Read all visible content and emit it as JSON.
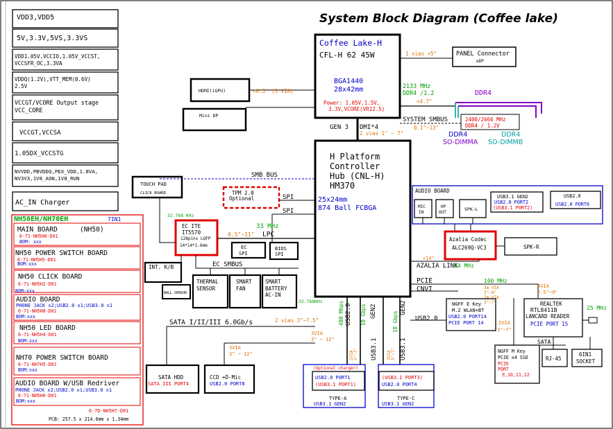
{
  "title": "System Block Diagram (Coffee lake)",
  "power_rails": [
    "VDD3,VDD5",
    "5V,3.3V,5VS,3.3VS",
    "VDD1.05V,VCCIO,1.05V_VCCST,",
    "VCCSFR_OC,3.3VA",
    "VDDQ(1.2V),VTT_MEM(0.6V)",
    "2.5V",
    "VCCGT/VCORE Output stage",
    "VCC_CORE",
    "VCCGT,VCCSA",
    "1.05DX_VCCSTG",
    "NVVDD,PBVDDQ,PEX_VDD,1.8VA,",
    "NV3V3,1V8_AON,1V8_RUN",
    "AC_IN Charger"
  ],
  "board_list": {
    "heading": "NH50EH/NH70EH",
    "tag": "7IN1",
    "boards": [
      {
        "name": "MAIN BOARD",
        "variant": "(NH50)",
        "pn": "6-71-NH5H0-D01",
        "bom": "BOM: xxx"
      },
      {
        "name": "NH50 POWER SWITCH BOARD",
        "pn": "6-71-NH5H5-D01",
        "bom": "BOM:xxx"
      },
      {
        "name": "NH50 CLICK BOARD",
        "pn": "6-71-NH5H2-D01",
        "bom": "BOM:xxx"
      },
      {
        "name": "AUDIO BOARD",
        "desc": "PHONE JACK x2;USB2.0 x1;USB3.0 x1",
        "pn": "6-71-NH5H8-D01",
        "bom": "BOM:xxx"
      },
      {
        "name": "NH50 LED BOARD",
        "pn": "6-71-NH5H4-D01",
        "bom": "BOM:xxx"
      },
      {
        "name": "NH70 POWER SWITCH BOARD",
        "pn": "6-71-NH7H5-D01",
        "bom": "BOM:xxx"
      },
      {
        "name": "AUDIO BOARD W/USB Redriver",
        "desc": "PHONE JACK x2;USB2.0 x1;USB3.0 x1",
        "pn": "6-71-NH5H6-D01",
        "bom": "BOM:xxx"
      }
    ],
    "pcb_pn": "6-7D-NH5H7-D01",
    "pcb": "PCB: 257.5 x 214.6mm x 1.34mm"
  },
  "cpu": {
    "name": "Coffee Lake-H",
    "sku": "CFL-H 62 45W",
    "pkg": "BGA1440",
    "size": "28x42mm",
    "power1": "Power: 1.05V.1.5V,",
    "power2": "3.3V,VCORE(VR12.5)"
  },
  "pch": {
    "l1": "H Platform",
    "l2": "Controller",
    "l3": "Hub (CNL-H)",
    "l4": "HM370",
    "size": "25x24mm",
    "pkg": "874 Ball FCBGA"
  },
  "panel": {
    "name": "PANEL Connector",
    "sub": "eDP",
    "link": "1 vias <5\""
  },
  "hdmi": {
    "name": "HDMI(iGPU)",
    "link": "<6.5\" (3 VIA)"
  },
  "minidp": {
    "name": "Mini DP"
  },
  "ddr": {
    "freq": "2133 MHz",
    "type": "DDR4 /1.2",
    "len": "<4.7\"",
    "title": "DDR4",
    "speed": "2400/2666 MHz",
    "speed2": "DDR4 / 1.2V",
    "a_label": "DDR4",
    "a_name": "SO-DIMMA",
    "b_label": "DDR4",
    "b_name": "SO-DIMMB"
  },
  "smbus": {
    "sys": "SYSTEM SMBUS",
    "sys_len": "0.1\"~13\"",
    "smb": "SMB BUS",
    "ec": "EC SMBUS"
  },
  "dmi": {
    "gen": "GEN 3",
    "name": "DMI*4",
    "len": "2 vias 1\" ~ 7\""
  },
  "touchpad": {
    "name": "TOUCH PAD",
    "sub": "CLICK BOARD"
  },
  "tpm": {
    "name": "TPM 2.0",
    "sub": "Optional"
  },
  "spi": {
    "a": "SPI",
    "b": "SPI"
  },
  "ec": {
    "name": "EC ITE",
    "part": "IT5570",
    "pkg": "128pins LQFP",
    "size": "14*14*1.6mm",
    "clk": "32.768 KHz",
    "freq": "33 MHz",
    "lpc_len": "0.5\"~11\"",
    "lpc": "LPC"
  },
  "ec_spi": {
    "l1": "EC",
    "l2": "SPI"
  },
  "bios": {
    "l1": "BIOS",
    "l2": "SPI"
  },
  "kb": {
    "name": "INT. K/B"
  },
  "ball": {
    "name": "BALL SENSOR"
  },
  "thermal": {
    "l1": "THERMAL",
    "l2": "SENSOR"
  },
  "fan": {
    "l1": "SMART",
    "l2": "FAN"
  },
  "battery": {
    "l1": "SMART",
    "l2": "BATTERY",
    "l3": "AC-IN"
  },
  "rtc_clk": "32.768KHz",
  "audio": {
    "board": "AUDIO BOARD",
    "mic": [
      "MIC",
      "IN"
    ],
    "hp": [
      "HP",
      "OUT"
    ],
    "spk_l": "SPK-L",
    "usb3_a": "USB3.1 GEN2",
    "usb3_b": "USB2.0 PORT2",
    "usb3_c": "(USB3.1 PORT2)",
    "usb2_a": "USB2.0",
    "usb2_b": "USB2.0 PORT6"
  },
  "codec": {
    "l1": "Azalia Codec",
    "l2": "ALC269Q-VC3",
    "len": "<14\"",
    "spk_r": "SPK-R",
    "link": "AZALIA LINK",
    "freq": "24 MHz"
  },
  "pcie": {
    "label": "PCIE",
    "cnvi": "CNVI",
    "freq": "100 MHz",
    "via1": "3m VIA",
    "via1b": "3\"~8\"",
    "via2": "2m VIA",
    "via2b": "3\"~7\""
  },
  "ngff_e": {
    "l1": "NGFF E Key",
    "l2": "M.2 WLAN+BT",
    "l3": "USB2.0 PORT14",
    "l4": "PCIE PORT 14"
  },
  "usb20_label": "USB2.0",
  "lan": {
    "via": "4VIA",
    "len": "2.5\"~9\"",
    "l1": "REALTEK",
    "l2": "RTL8411B",
    "l3": "LANCARD READER",
    "l4": "PCIE PORT 15",
    "clk": "25 MHz",
    "rj": "RJ-45",
    "sock1": "6IN1",
    "sock2": "SOCKET"
  },
  "ssd": {
    "via": "2VIA",
    "len": "3\"~7\"",
    "sata": "SATA",
    "l1": "NGFF M Key",
    "l2": "PCIE x4 SSD",
    "l3": "PCIE",
    "l4": "PORT",
    "l5": "9,10,11,12"
  },
  "sata": {
    "label": "SATA I/II/III 6.0Gb/s",
    "len": "2 vias 3\"~7.5\"",
    "hdd1": "SATA HDD",
    "hdd2": "SATA III PORT4",
    "odd_via": "3VIA",
    "odd_len": "3\" ~ 12\"",
    "odd1": "CCD +D-Mic",
    "odd2": "USB2.0 PORT8"
  },
  "usb_lanes": {
    "a": "480 Mbps",
    "b": "USB2.0",
    "c": "10 Gbps",
    "d": "GEN2",
    "e": "USB3.1",
    "f": "10 Gbps",
    "g": "USB3.1",
    "h": "GEN2"
  },
  "typea": {
    "via": "3VIA",
    "len": "3\" ~ 12\"",
    "opt": "(Optional charger)",
    "p1": "USB2.0 PORT1",
    "p2": "(USB3.1 PORT1)",
    "name": "TYPE-A",
    "gen": "USB3.1 GEN2",
    "via2": "2VIA",
    "len2": "3\"~7\""
  },
  "typec": {
    "p1": "(USB3.1 PORT3)",
    "p2": "USB2.0 PORT4",
    "name": "TYPE-C",
    "gen": "USB3.1 GEN2",
    "via": "2VIA",
    "len": "3\"~7\""
  },
  "colors": {
    "red": "#e00000",
    "blue": "#0000c8",
    "green": "#00a000",
    "orange": "#e07000",
    "purple": "#8000c0",
    "black": "#000000"
  }
}
